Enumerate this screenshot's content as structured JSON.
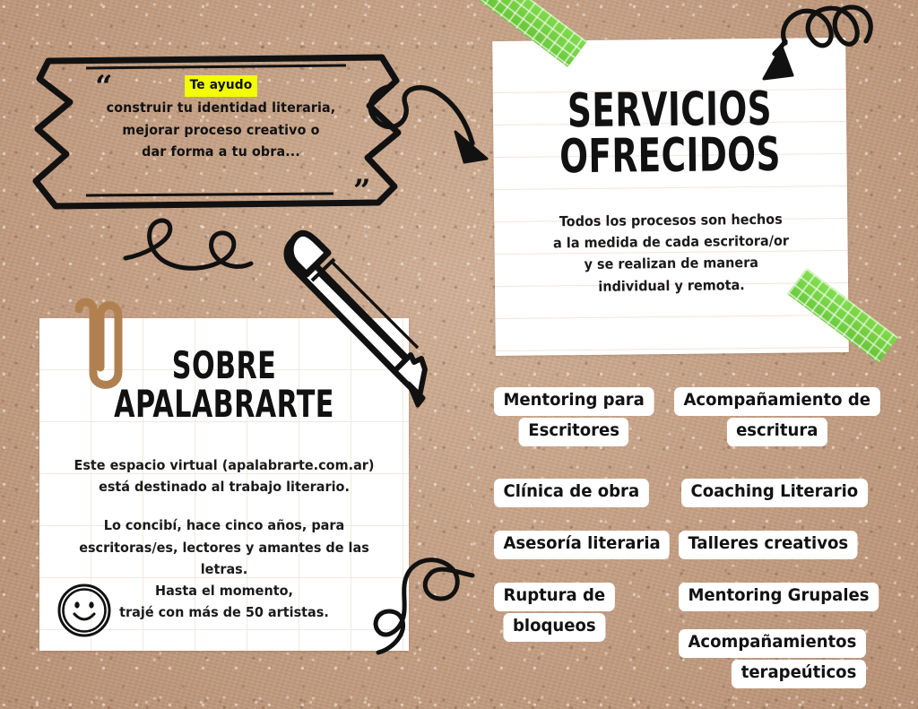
{
  "background": {
    "material": "kraft-paper",
    "color": "#c9a78b"
  },
  "colors": {
    "kraft": "#c9a78b",
    "paper": "#ffffff",
    "ink": "#111111",
    "highlighter_yellow": "#f2ff00",
    "washi_green": "#72d53f",
    "paperclip_brown": "#b08050"
  },
  "banner": {
    "name": "quote-ribbon-banner",
    "open_quote": "“",
    "close_quote": "”",
    "highlight": "Te ayudo",
    "lines": [
      "construir tu identidad literaria,",
      "mejorar proceso creativo o",
      "dar forma a tu obra..."
    ]
  },
  "servicios_card": {
    "name": "servicios-ofrecidos-card",
    "title_lines": [
      "SERVICIOS",
      "OFRECIDOS"
    ],
    "body_lines": [
      "Todos los procesos son hechos",
      "a la medida de cada escritora/or",
      "y se realizan de manera",
      "individual y remota."
    ]
  },
  "sobre_card": {
    "name": "sobre-apalabrarte-card",
    "title_lines": [
      "SOBRE",
      "APALABRARTE"
    ],
    "paragraph_1": [
      "Este espacio virtual (apalabrarte.com.ar)",
      "está destinado al trabajo literario."
    ],
    "paragraph_2": [
      "Lo concibí, hace cinco años, para",
      "escritoras/es, lectores y amantes de las",
      "letras.",
      "Hasta el momento,",
      "trajé con más de 50 artistas."
    ]
  },
  "services": {
    "name": "services-label-list",
    "left_column": [
      {
        "id": "mentoring-para-escritores",
        "lines": [
          "Mentoring para",
          "Escritores"
        ]
      },
      {
        "id": "clinica-de-obra",
        "lines": [
          "Clínica de obra"
        ]
      },
      {
        "id": "asesoria-literaria",
        "lines": [
          "Asesoría literaria"
        ]
      },
      {
        "id": "ruptura-de-bloqueos",
        "lines": [
          "Ruptura de",
          "bloqueos"
        ]
      }
    ],
    "right_column": [
      {
        "id": "acompanamiento-de-escritura",
        "lines": [
          "Acompañamiento de",
          "escritura"
        ]
      },
      {
        "id": "coaching-literario",
        "lines": [
          "Coaching Literario"
        ]
      },
      {
        "id": "talleres-creativos",
        "lines": [
          "Talleres creativos"
        ]
      },
      {
        "id": "mentoring-grupales",
        "lines": [
          "Mentoring Grupales"
        ]
      },
      {
        "id": "acompanamientos-terapeuticos",
        "lines": [
          "Acompañamientos",
          "terapeúticos"
        ]
      }
    ]
  },
  "decorations": [
    {
      "name": "washi-tape-top-left",
      "color": "#72d53f"
    },
    {
      "name": "washi-tape-bottom-right",
      "color": "#72d53f"
    },
    {
      "name": "curly-arrow-center",
      "points_to": "servicios-card"
    },
    {
      "name": "loop-arrow-top-right",
      "points_to": "servicios-card"
    },
    {
      "name": "loop-squiggle-left",
      "color": "#111111"
    },
    {
      "name": "loop-squiggle-bottom",
      "color": "#111111"
    },
    {
      "name": "pencil-illustration",
      "color": "#111111"
    },
    {
      "name": "paperclip-icon",
      "color": "#b08050"
    },
    {
      "name": "smiley-face-icon",
      "color": "#111111"
    }
  ]
}
